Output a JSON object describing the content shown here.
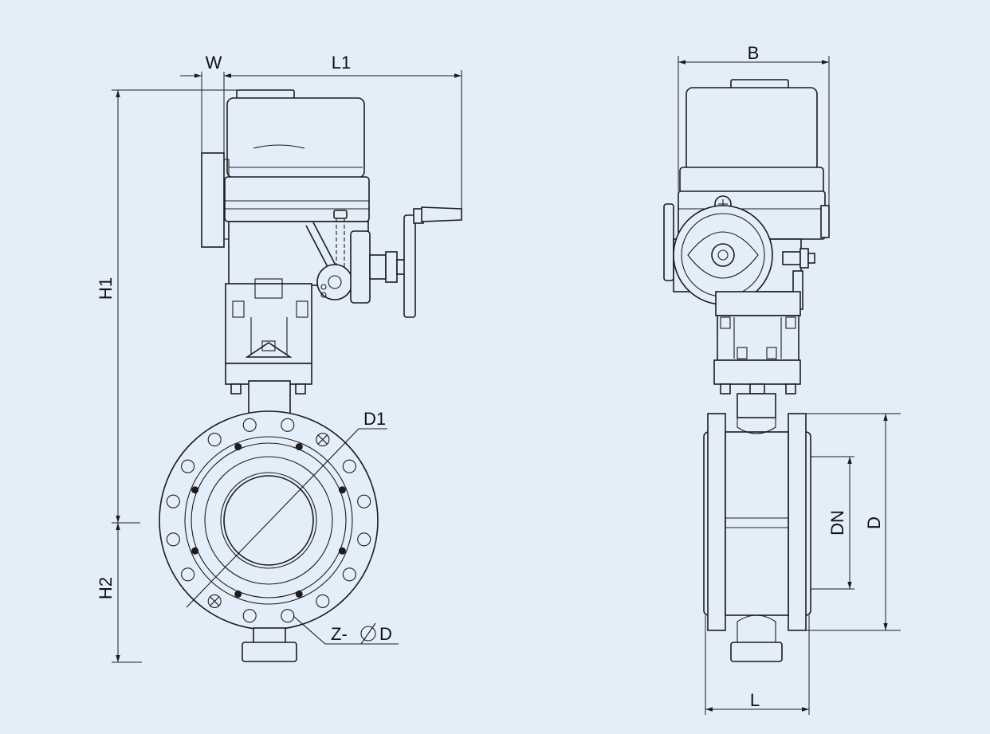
{
  "labels": {
    "W": "W",
    "L1": "L1",
    "H1": "H1",
    "H2": "H2",
    "D1": "D1",
    "Z": "Z-",
    "ZD": "D",
    "B": "B",
    "DN": "DN",
    "D": "D",
    "L": "L"
  },
  "icons": {
    "diameter": "diameter-symbol"
  },
  "colors": {
    "background": "#e3eef9",
    "line": "#1c1c1c"
  }
}
